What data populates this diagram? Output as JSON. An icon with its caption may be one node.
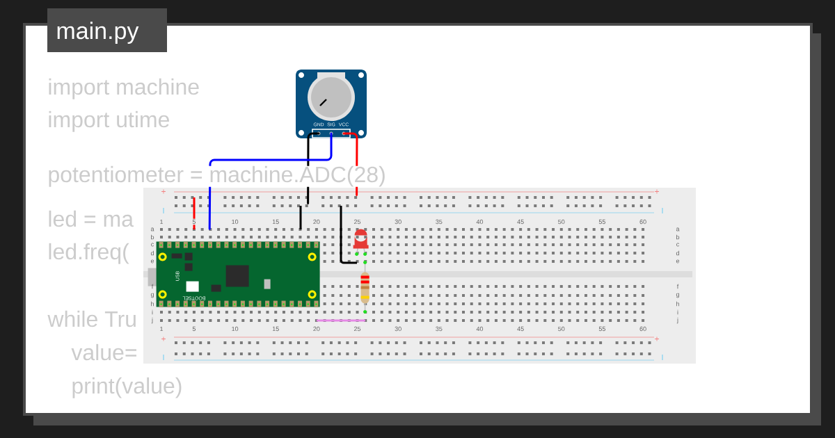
{
  "diagram": {
    "title": "main.py",
    "nodes": [
      {
        "text": [],
        "shape": "picture"
      },
      {
        "text": [],
        "shape": "picture"
      },
      {
        "text": [],
        "shape": "picture",
        "in": 1
      },
      {
        "text": [],
        "shape": "picture",
        "in": 1
      },
      {
        "text": [],
        "shape": "picture",
        "in": 1
      }
    ],
    "edges": [
      {
        "from": 0,
        "to": 1,
        "arrow": "none",
        "color": "#ff0000"
      },
      {
        "from": 0,
        "to": 1,
        "arrow": "none",
        "color": "#000000"
      },
      {
        "from": 0,
        "to": 2,
        "arrow": "none",
        "color": "#0000ff"
      }
    ],
    "labels": [
      "import machine",
      "import utime",
      "potentiometer = machine.ADC(28)",
      "led = ma",
      "led.freq(",
      "while Tru",
      "value=",
      "print(value)",
      "GND",
      "SIG",
      "VCC",
      "+",
      "+",
      "+",
      "+",
      "1",
      "5",
      "10",
      "15",
      "20",
      "25",
      "30",
      "35",
      "40",
      "45",
      "50",
      "55",
      "60",
      "a",
      "b",
      "c",
      "d",
      "e",
      "f",
      "g",
      "h",
      "i",
      "j",
      "a",
      "b",
      "c",
      "d",
      "e",
      "f",
      "g",
      "h",
      "i",
      "j",
      "1",
      "5",
      "10",
      "15",
      "20",
      "25",
      "30",
      "35",
      "40",
      "45",
      "50",
      "55",
      "60",
      "USB",
      "BOOTSEL"
    ]
  }
}
